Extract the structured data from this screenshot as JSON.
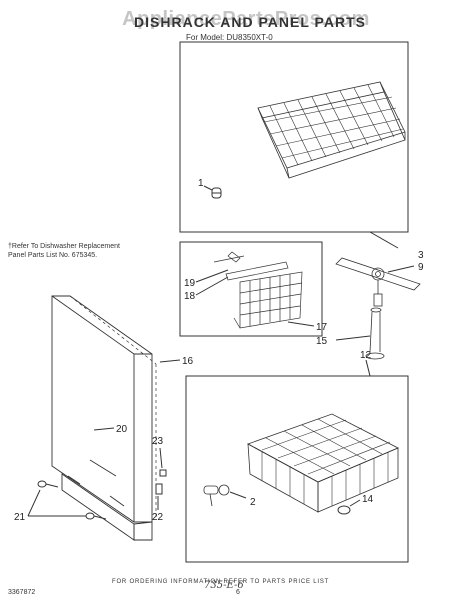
{
  "header": {
    "watermark": "AppliancePartsPros.com",
    "title": "DISHRACK AND PANEL PARTS",
    "model": "For Model: DU8350XT-0"
  },
  "note": {
    "line1": "†Refer To Dishwasher Replacement",
    "line2": "Panel Parts List No. 675345."
  },
  "callouts": {
    "c1": "1",
    "c2": "2",
    "c3": "3",
    "c9": "9",
    "c12": "12",
    "c14": "14",
    "c15": "15",
    "c16": "16",
    "c17": "17",
    "c18": "18",
    "c19": "19",
    "c20": "20",
    "c21": "21",
    "c22": "22",
    "c23": "23"
  },
  "footer": {
    "ordering": "FOR ORDERING INFORMATION REFER TO PARTS PRICE LIST",
    "code": "3367872",
    "page": "6",
    "handwritten": "735-E-6"
  }
}
